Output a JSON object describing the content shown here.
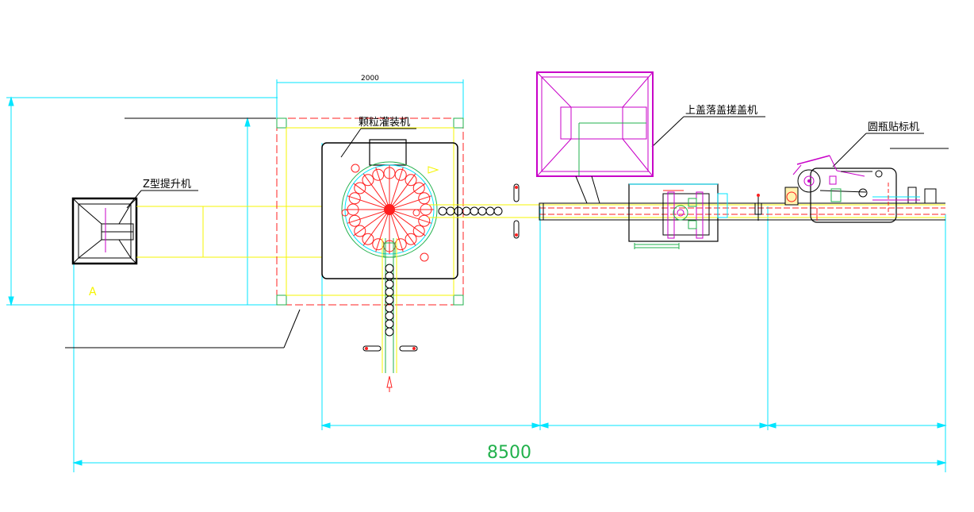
{
  "labels": {
    "z_elevator": "Z型提升机",
    "granule_filler": "颗粒灌装机",
    "capping_machine": "上盖落盖搓盖机",
    "round_labeler": "圆瓶贴标机"
  },
  "dimensions": {
    "filler_width": "2000",
    "total_length": "8500"
  },
  "colors": {
    "dimension": "#00e5ff",
    "conveyor": "#f5f500",
    "center_line": "#ff2020",
    "machine_outline": "#000000",
    "hopper": "#c800c8",
    "accent_green": "#22b14c"
  }
}
